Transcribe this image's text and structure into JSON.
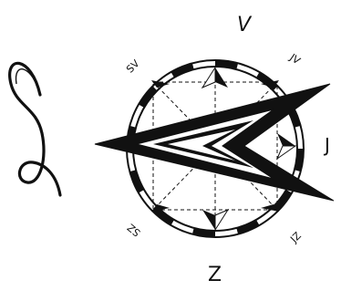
{
  "compass": {
    "title_glyph": "S",
    "directions": {
      "north": "V",
      "east": "J",
      "south": "Z",
      "northeast": "JV",
      "southeast": "JZ",
      "southwest": "SZ",
      "northwest": "SV"
    }
  },
  "colors": {
    "ink": "#111111",
    "paper": "#ffffff"
  }
}
